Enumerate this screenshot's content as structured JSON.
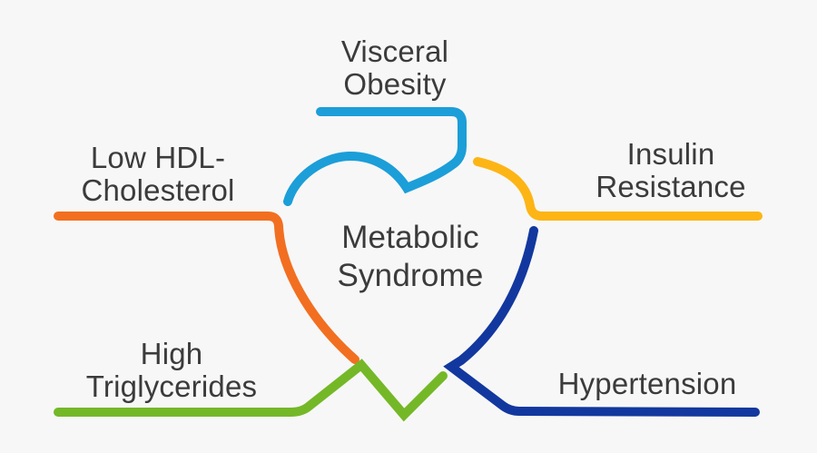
{
  "diagram_title": "Metabolic Syndrome",
  "colors": {
    "background": "#f7f7f7",
    "text": "#3b3b3b"
  },
  "center_label": {
    "line1": "Metabolic",
    "line2": "Syndrome"
  },
  "factors": [
    {
      "name": "Visceral Obesity",
      "line1": "Visceral",
      "line2": "Obesity",
      "color": "#1c9ed8"
    },
    {
      "name": "Low HDL-Cholesterol",
      "line1": "Low HDL-",
      "line2": "Cholesterol",
      "color": "#f26f21"
    },
    {
      "name": "Insulin Resistance",
      "line1": "Insulin",
      "line2": "Resistance",
      "color": "#fdb515"
    },
    {
      "name": "High Triglycerides",
      "line1": "High",
      "line2": "Triglycerides",
      "color": "#74b827"
    },
    {
      "name": "Hypertension",
      "line1": "Hypertension",
      "color": "#12389f"
    }
  ]
}
